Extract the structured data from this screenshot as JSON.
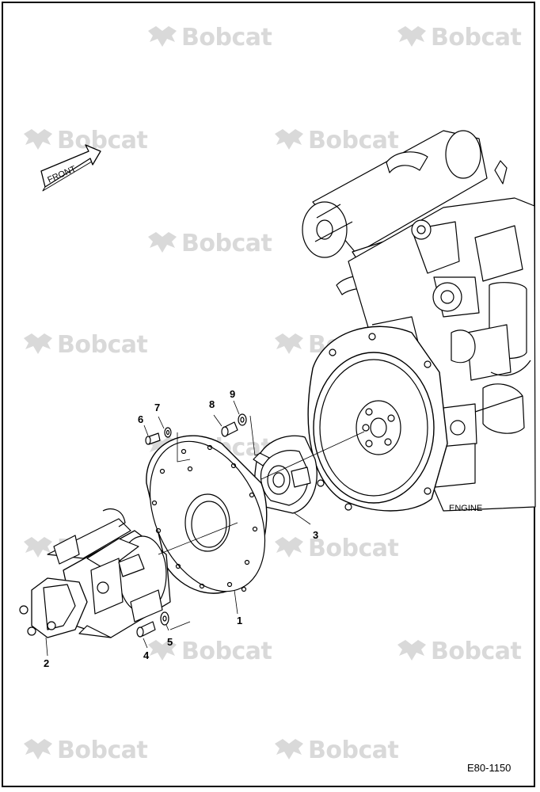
{
  "watermark": {
    "text": "Bobcat"
  },
  "front_arrow": {
    "label": "FRONT"
  },
  "engine_label": "ENGINE",
  "drawing_number": "E80-1150",
  "callouts": {
    "c1": "1",
    "c2": "2",
    "c3": "3",
    "c4": "4",
    "c5": "5",
    "c6": "6",
    "c7": "7",
    "c8": "8",
    "c9": "9"
  }
}
